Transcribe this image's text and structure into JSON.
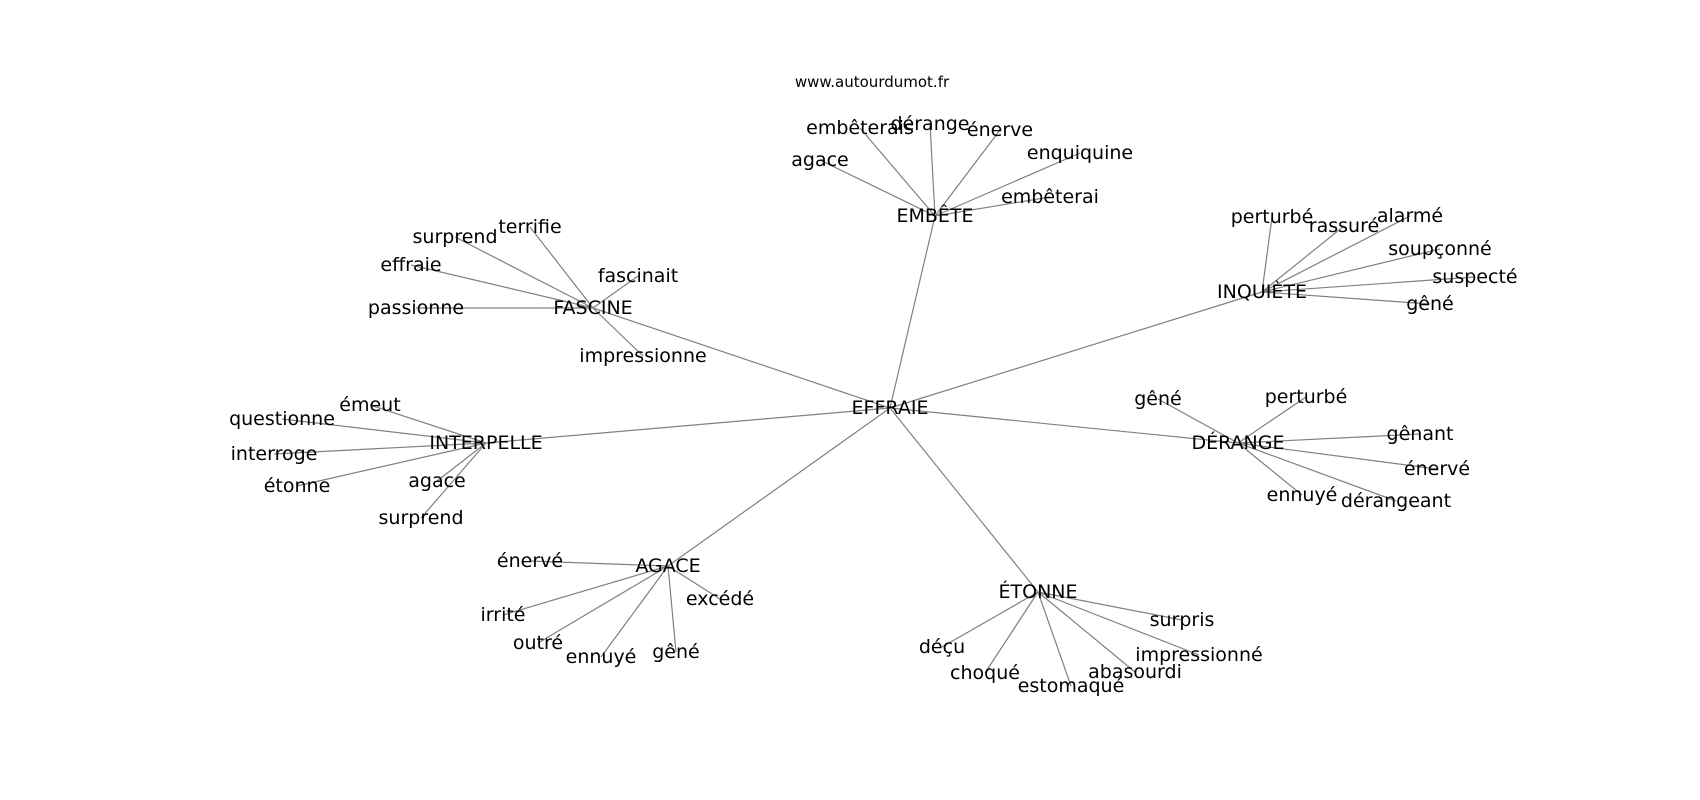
{
  "source": "www.autourdumot.fr",
  "center": "EFFRAIE",
  "clusters": [
    {
      "id": "embete",
      "label": "EMBÊTE",
      "words": [
        "embêterais",
        "dérange",
        "énerve",
        "agace",
        "enquiquine",
        "embêterai"
      ]
    },
    {
      "id": "inquiete",
      "label": "INQUIÈTE",
      "words": [
        "perturbé",
        "rassuré",
        "alarmé",
        "soupçonné",
        "suspecté",
        "gêné"
      ]
    },
    {
      "id": "fascine",
      "label": "FASCINE",
      "words": [
        "surprend",
        "terrifie",
        "effraie",
        "fascinait",
        "passionne",
        "impressionne"
      ]
    },
    {
      "id": "interpelle",
      "label": "INTERPELLE",
      "words": [
        "émeut",
        "questionne",
        "interroge",
        "étonne",
        "agace",
        "surprend"
      ]
    },
    {
      "id": "derange",
      "label": "DÉRANGE",
      "words": [
        "gêné",
        "perturbé",
        "gênant",
        "énervé",
        "ennuyé",
        "dérangeant"
      ]
    },
    {
      "id": "agace",
      "label": "AGACE",
      "words": [
        "énervé",
        "irrité",
        "outré",
        "ennuyé",
        "gêné",
        "excédé"
      ]
    },
    {
      "id": "etonne",
      "label": "ÉTONNE",
      "words": [
        "déçu",
        "choqué",
        "estomaqué",
        "abasourdi",
        "impressionné",
        "surpris"
      ]
    }
  ]
}
